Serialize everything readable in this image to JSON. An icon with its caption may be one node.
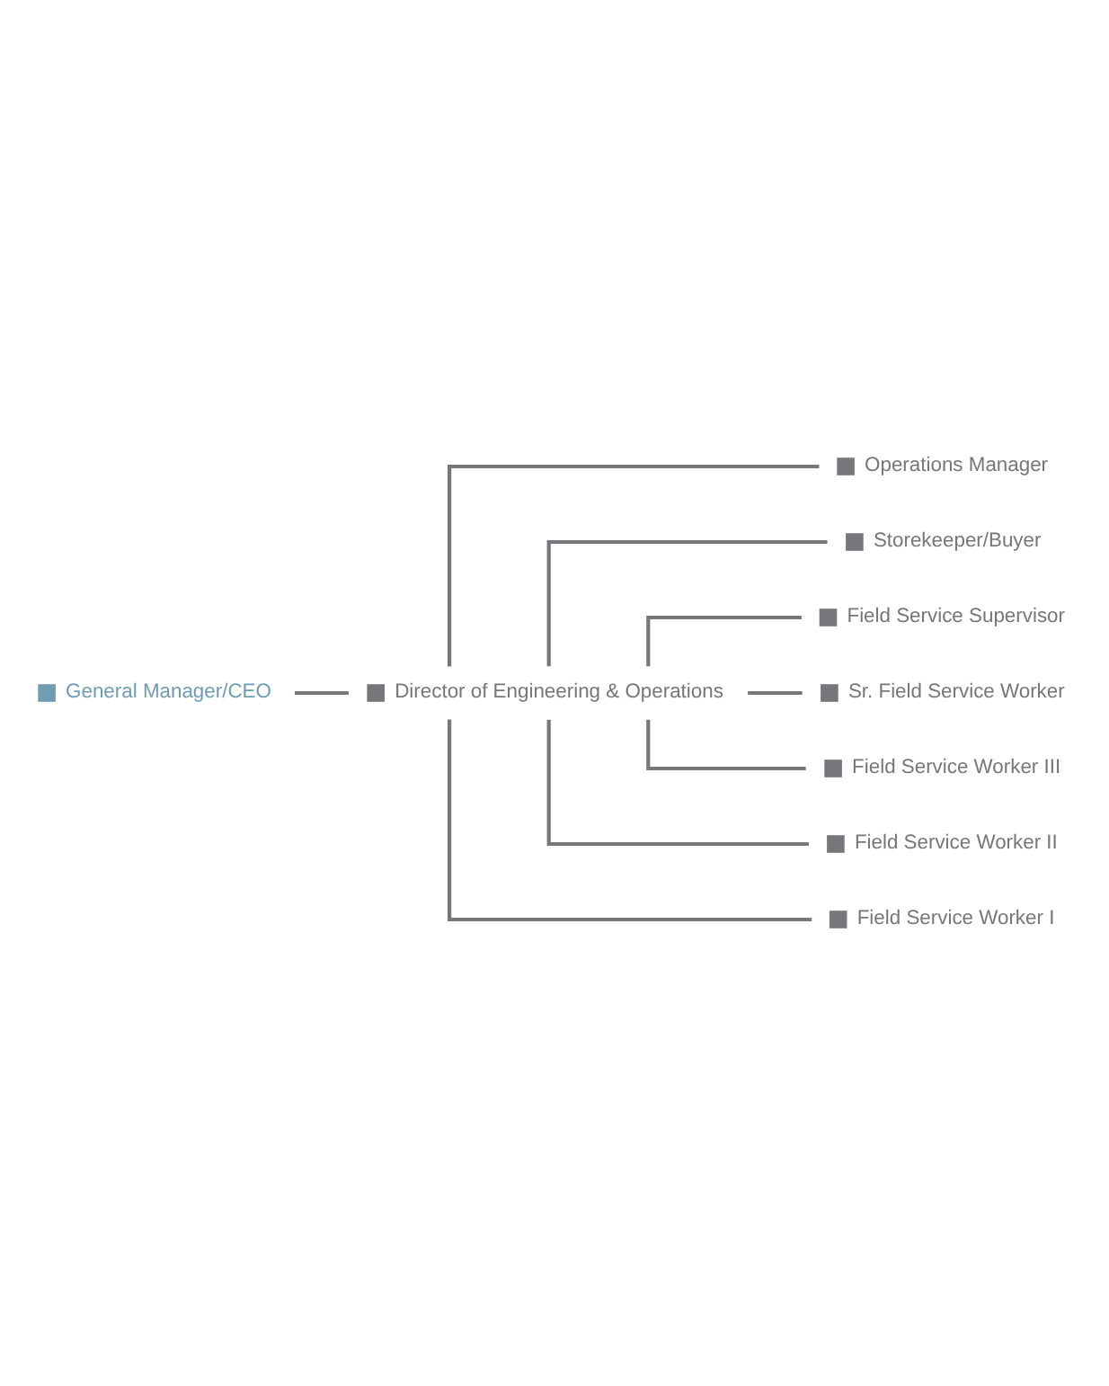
{
  "diagram": {
    "nodes": [
      {
        "text": [
          "General Manager/CEO"
        ]
      },
      {
        "text": [
          "Director of Engineering & Operations"
        ]
      },
      {
        "text": [
          "Operations Manager"
        ]
      },
      {
        "text": [
          "Storekeeper/Buyer"
        ]
      },
      {
        "text": [
          "Field Service Supervisor"
        ]
      },
      {
        "text": [
          "Sr. Field Service Worker"
        ]
      },
      {
        "text": [
          "Field Service Worker III"
        ]
      },
      {
        "text": [
          "Field Service Worker II"
        ]
      },
      {
        "text": [
          "Field Service Worker I"
        ]
      }
    ],
    "edges": [
      {
        "from": 0,
        "to": 1,
        "arrow": "none"
      },
      {
        "from": 1,
        "to": 2,
        "arrow": "none"
      },
      {
        "from": 1,
        "to": 3,
        "arrow": "none"
      },
      {
        "from": 1,
        "to": 4,
        "arrow": "none"
      },
      {
        "from": 1,
        "to": 5,
        "arrow": "none"
      },
      {
        "from": 1,
        "to": 6,
        "arrow": "none"
      },
      {
        "from": 1,
        "to": 7,
        "arrow": "none"
      },
      {
        "from": 1,
        "to": 8,
        "arrow": "none"
      }
    ]
  }
}
